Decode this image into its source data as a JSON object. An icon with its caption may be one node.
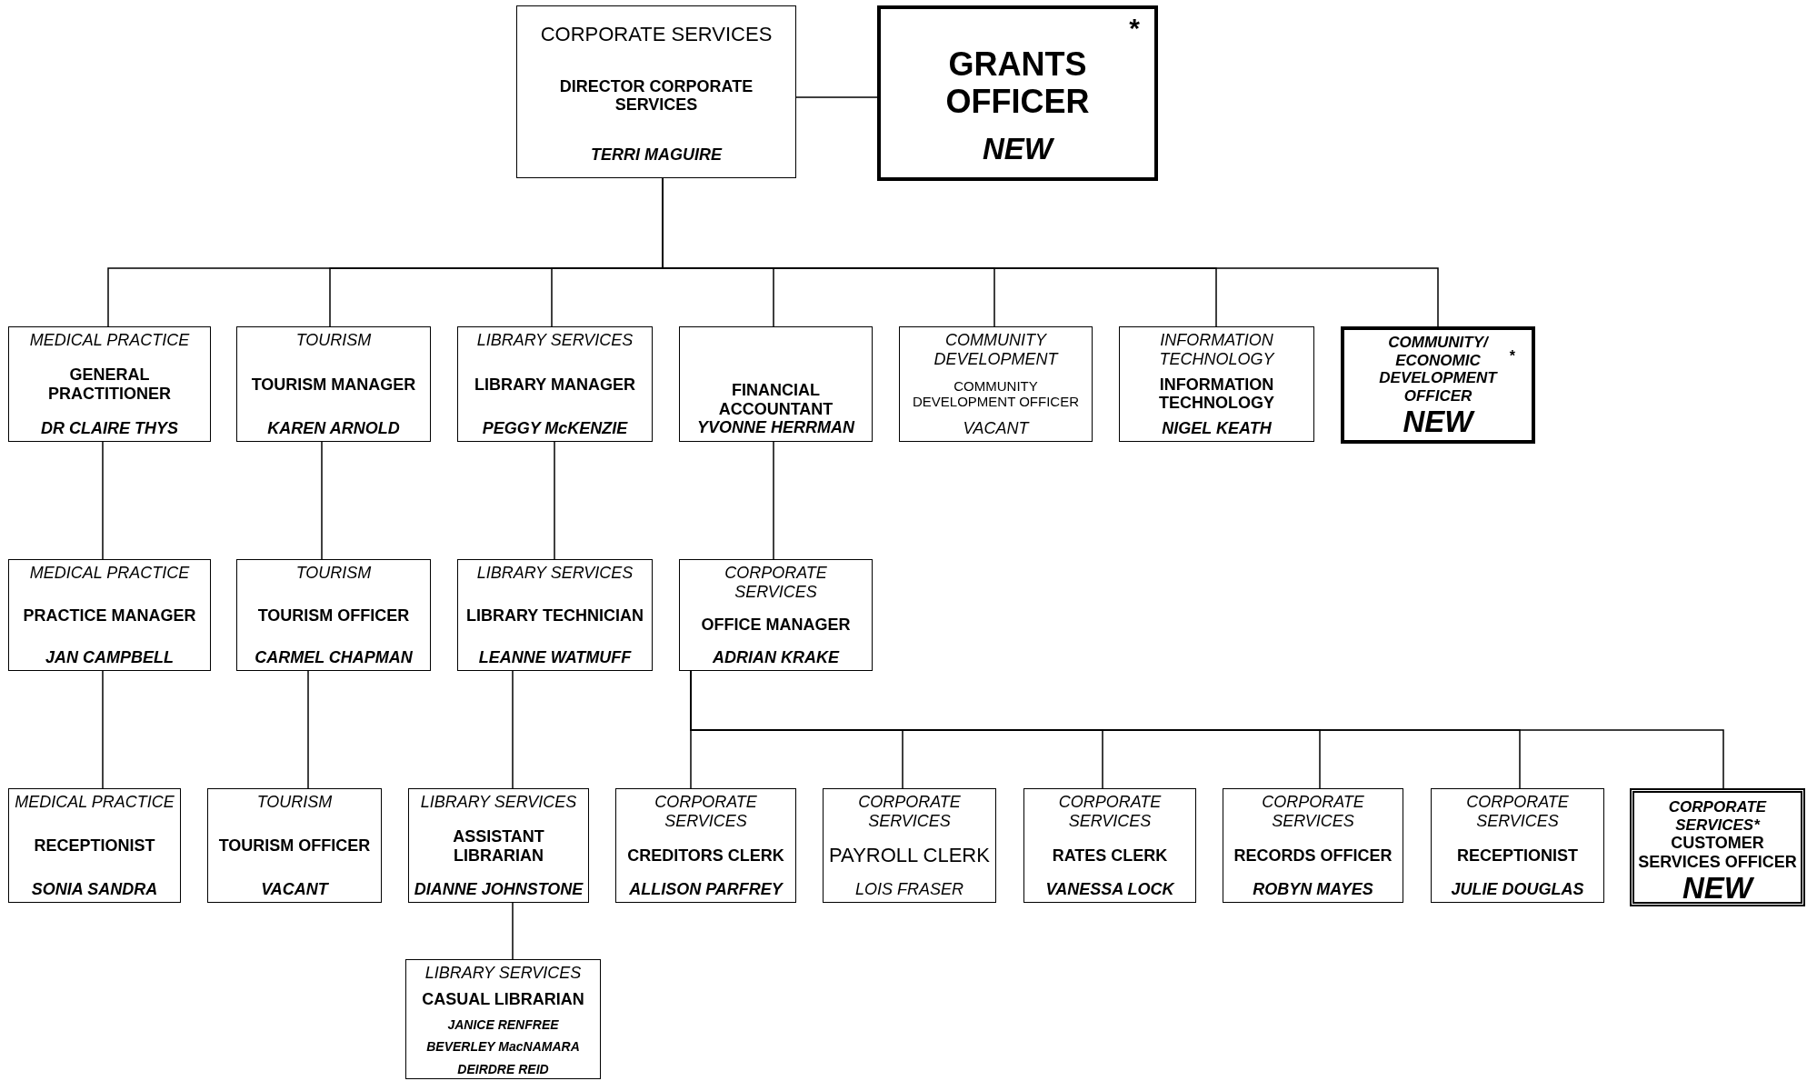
{
  "diagram": {
    "nodes": [
      {
        "text": [
          "CORPORATE SERVICES",
          "DIRECTOR CORPORATE SERVICES",
          "TERRI MAGUIRE"
        ]
      },
      {
        "text": [
          "*",
          "GRANTS OFFICER",
          "NEW"
        ]
      },
      {
        "text": [
          "MEDICAL PRACTICE",
          "GENERAL PRACTITIONER",
          "DR CLAIRE THYS"
        ]
      },
      {
        "text": [
          "TOURISM",
          "TOURISM MANAGER",
          "KAREN ARNOLD"
        ]
      },
      {
        "text": [
          "LIBRARY SERVICES",
          "LIBRARY MANAGER",
          "PEGGY McKENZIE"
        ]
      },
      {
        "text": [
          "FINANCIAL ACCOUNTANT",
          "YVONNE HERRMAN"
        ]
      },
      {
        "text": [
          "COMMUNITY DEVELOPMENT",
          "COMMUNITY DEVELOPMENT OFFICER",
          "VACANT"
        ]
      },
      {
        "text": [
          "INFORMATION TECHNOLOGY",
          "INFORMATION TECHNOLOGY",
          "NIGEL KEATH"
        ]
      },
      {
        "text": [
          "COMMUNITY/ ECONOMIC DEVELOPMENT OFFICER",
          "*",
          "NEW"
        ]
      },
      {
        "text": [
          "MEDICAL PRACTICE",
          "PRACTICE MANAGER",
          "JAN CAMPBELL"
        ]
      },
      {
        "text": [
          "TOURISM",
          "TOURISM OFFICER",
          "CARMEL CHAPMAN"
        ]
      },
      {
        "text": [
          "LIBRARY SERVICES",
          "LIBRARY TECHNICIAN",
          "LEANNE WATMUFF"
        ]
      },
      {
        "text": [
          "CORPORATE SERVICES",
          "OFFICE MANAGER",
          "ADRIAN KRAKE"
        ]
      },
      {
        "text": [
          "MEDICAL PRACTICE",
          "RECEPTIONIST",
          "SONIA SANDRA"
        ]
      },
      {
        "text": [
          "TOURISM",
          "TOURISM OFFICER",
          "VACANT"
        ]
      },
      {
        "text": [
          "LIBRARY SERVICES",
          "ASSISTANT LIBRARIAN",
          "DIANNE JOHNSTONE"
        ]
      },
      {
        "text": [
          "CORPORATE SERVICES",
          "CREDITORS CLERK",
          "ALLISON PARFREY"
        ]
      },
      {
        "text": [
          "CORPORATE SERVICES",
          "PAYROLL CLERK",
          "LOIS FRASER"
        ]
      },
      {
        "text": [
          "CORPORATE SERVICES",
          "RATES CLERK",
          "VANESSA LOCK"
        ]
      },
      {
        "text": [
          "CORPORATE SERVICES",
          "RECORDS OFFICER",
          "ROBYN MAYES"
        ]
      },
      {
        "text": [
          "CORPORATE SERVICES",
          "RECEPTIONIST",
          "JULIE DOUGLAS"
        ]
      },
      {
        "text": [
          "CORPORATE SERVICES*",
          "CUSTOMER SERVICES OFFICER",
          "NEW"
        ]
      },
      {
        "text": [
          "LIBRARY SERVICES",
          "CASUAL LIBRARIAN",
          "JANICE RENFREE",
          "BEVERLEY MacNAMARA",
          "DEIRDRE REID"
        ]
      }
    ],
    "edges": [
      {
        "from": 0,
        "to": 1,
        "arrow": "none"
      },
      {
        "from": 0,
        "to": 2,
        "arrow": "none"
      },
      {
        "from": 0,
        "to": 3,
        "arrow": "none"
      },
      {
        "from": 0,
        "to": 4,
        "arrow": "none"
      },
      {
        "from": 0,
        "to": 5,
        "arrow": "none"
      },
      {
        "from": 0,
        "to": 6,
        "arrow": "none"
      },
      {
        "from": 0,
        "to": 7,
        "arrow": "none"
      },
      {
        "from": 0,
        "to": 8,
        "arrow": "none"
      },
      {
        "from": 2,
        "to": 9,
        "arrow": "none"
      },
      {
        "from": 3,
        "to": 10,
        "arrow": "none"
      },
      {
        "from": 4,
        "to": 11,
        "arrow": "none"
      },
      {
        "from": 5,
        "to": 12,
        "arrow": "none"
      },
      {
        "from": 9,
        "to": 13,
        "arrow": "none"
      },
      {
        "from": 10,
        "to": 14,
        "arrow": "none"
      },
      {
        "from": 11,
        "to": 15,
        "arrow": "none"
      },
      {
        "from": 12,
        "to": 16,
        "arrow": "none"
      },
      {
        "from": 12,
        "to": 17,
        "arrow": "none"
      },
      {
        "from": 12,
        "to": 18,
        "arrow": "none"
      },
      {
        "from": 12,
        "to": 19,
        "arrow": "none"
      },
      {
        "from": 12,
        "to": 20,
        "arrow": "none"
      },
      {
        "from": 12,
        "to": 21,
        "arrow": "none"
      },
      {
        "from": 15,
        "to": 22,
        "arrow": "none"
      }
    ]
  }
}
